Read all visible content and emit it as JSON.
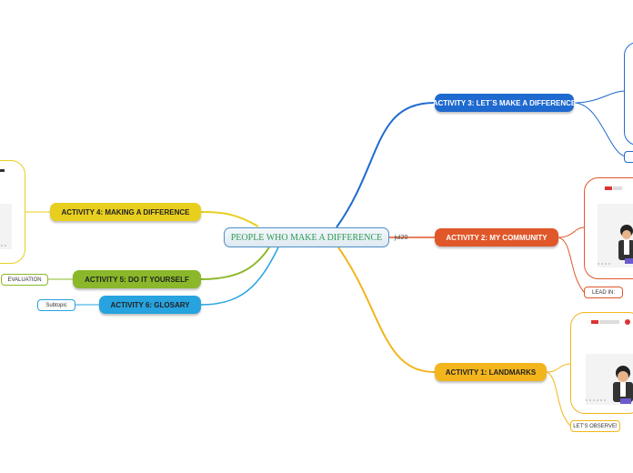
{
  "central": {
    "title": "PEOPLE WHO MAKE A DIFFERENCE",
    "date_tag": "jul20"
  },
  "activities": [
    {
      "id": "a3",
      "label": "ACTIVITY 3: LET´S MAKE A DIFFERENCE",
      "color": "#1f6ad0"
    },
    {
      "id": "a2",
      "label": "ACTIVITY 2: MY COMMUNITY",
      "color": "#e0572a"
    },
    {
      "id": "a1",
      "label": "ACTIVITY 1: LANDMARKS",
      "color": "#f2b51c"
    },
    {
      "id": "a4",
      "label": "ACTIVITY 4: MAKING A DIFFERENCE",
      "color": "#e8cf1e"
    },
    {
      "id": "a5",
      "label": "ACTIVITY 5: DO IT YOURSELF",
      "color": "#8ab82a"
    },
    {
      "id": "a6",
      "label": "ACTIVITY 6: GLOSARY",
      "color": "#27a3df"
    }
  ],
  "subtopics": {
    "lead_in": "LEAD IN:",
    "lets_observe": "LET'S OBSERVE!",
    "evaluation": "EVALUATION",
    "subtopic": "Subtopic"
  },
  "colors": {
    "central_text": "#2e9b52",
    "central_border": "#4a8fc8"
  }
}
